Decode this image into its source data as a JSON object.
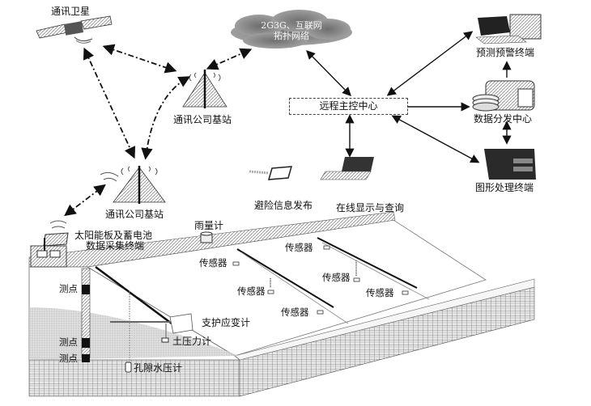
{
  "diagram": {
    "title": "",
    "nodes": {
      "satellite": {
        "label": "通讯卫星",
        "icon": "satellite-icon"
      },
      "base_station_upper": {
        "label": "通讯公司基站",
        "icon": "antenna-tower-icon"
      },
      "base_station_lower": {
        "label": "通讯公司基站",
        "icon": "antenna-tower-icon"
      },
      "network_cloud": {
        "line1": "2G3G、互联网",
        "line2": "拓扑网络",
        "icon": "cloud-icon"
      },
      "control_center": {
        "label": "远程主控中心"
      },
      "forecast_terminal": {
        "label": "预测预警终端",
        "icon": "desktop-computer-icon"
      },
      "data_center": {
        "label": "数据分发中心",
        "icon": "server-database-icon"
      },
      "graphics_terminal": {
        "label": "图形处理终端",
        "icon": "workstation-icon"
      },
      "tablet": {
        "label": "避险信息发布",
        "icon": "tablet-icon"
      },
      "laptop": {
        "label": "在线显示与查询",
        "icon": "laptop-icon"
      },
      "acquisition": {
        "line1": "太阳能板及蓄电池",
        "line2": "数据采集终端",
        "icon": "solar-panel-icon"
      },
      "rain_gauge": {
        "label": "雨量计",
        "icon": "rain-gauge-icon"
      }
    },
    "sensors": [
      "传感器",
      "传感器",
      "传感器",
      "传感器",
      "传感器",
      "传感器"
    ],
    "measure_points": [
      "测点",
      "测点",
      "测点"
    ],
    "instruments": {
      "support_strain": "支护应变计",
      "earth_pressure": "土压力计",
      "pore_water": "孔隙水压计"
    },
    "colors": {
      "line": "#111111",
      "cloud": "#7a7a7a",
      "hatch": "#9a9a9a",
      "soil": "#c8c8c8"
    }
  }
}
